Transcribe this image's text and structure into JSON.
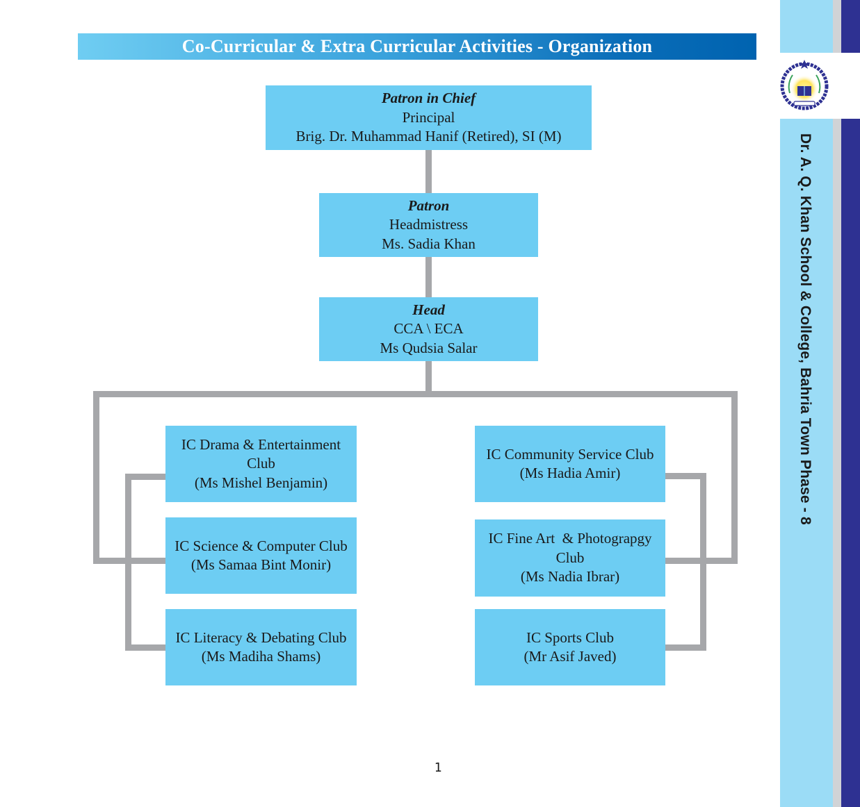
{
  "header": {
    "title": "Co-Curricular & Extra Curricular Activities - Organization"
  },
  "sidebar": {
    "school_name": "Dr. A. Q. Khan School & College, Bahria Town Phase - 8",
    "logo_icon": "school-crest-icon"
  },
  "colors": {
    "box_fill": "#6dcdf3",
    "connector": "#a6a7aa",
    "title_gradient_start": "#6fcdf2",
    "title_gradient_end": "#0063b0",
    "side_strip_light": "#9bdcf6",
    "side_strip_navy": "#2e3192"
  },
  "hierarchy": {
    "patron_in_chief": {
      "role": "Patron in Chief",
      "position": "Principal",
      "name": "Brig. Dr. Muhammad Hanif (Retired), SI (M)"
    },
    "patron": {
      "role": "Patron",
      "position": "Headmistress",
      "name": "Ms. Sadia Khan"
    },
    "head": {
      "role": "Head",
      "position": "CCA \\ ECA",
      "name": "Ms Qudsia Salar"
    }
  },
  "clubs_left": [
    {
      "club_line1": "IC Drama & Entertainment",
      "club_line2": "Club",
      "incharge": "(Ms Mishel Benjamin)"
    },
    {
      "club_line1": "IC Science & Computer Club",
      "club_line2": "",
      "incharge": "(Ms Samaa Bint Monir)"
    },
    {
      "club_line1": "IC Literacy & Debating Club",
      "club_line2": "",
      "incharge": "(Ms Madiha Shams)"
    }
  ],
  "clubs_right": [
    {
      "club_line1": "IC Community Service Club",
      "club_line2": "",
      "incharge": "(Ms Hadia Amir)"
    },
    {
      "club_line1": "IC Fine Art  & Photograpgy",
      "club_line2": "Club",
      "incharge": "(Ms Nadia Ibrar)"
    },
    {
      "club_line1": "IC Sports Club",
      "club_line2": "",
      "incharge": "(Mr Asif Javed)"
    }
  ],
  "footer": {
    "page_number": "1"
  }
}
